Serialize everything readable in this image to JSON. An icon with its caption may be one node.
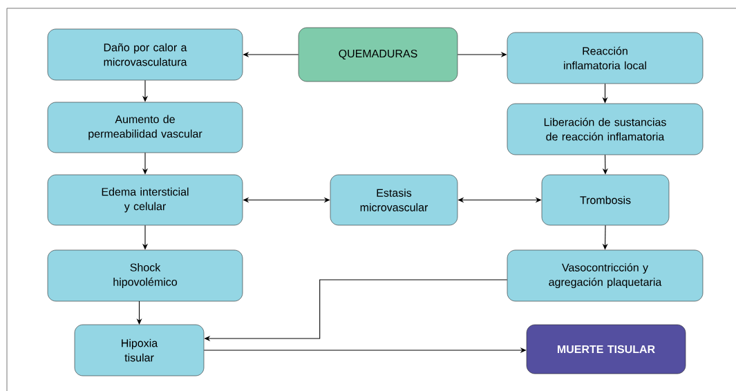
{
  "diagram": {
    "nodes": [
      {
        "text": [
          "QUEMADURAS"
        ]
      },
      {
        "text": [
          "Daño por calor a microvasculatura"
        ]
      },
      {
        "text": [
          "Reacción inflamatoria local"
        ]
      },
      {
        "text": [
          "Aumento de permeabilidad vascular"
        ]
      },
      {
        "text": [
          "Liberación de sustancias de reacción inflamatoria"
        ]
      },
      {
        "text": [
          "Edema intersticial y celular"
        ]
      },
      {
        "text": [
          "Estasis microvascular"
        ]
      },
      {
        "text": [
          "Trombosis"
        ]
      },
      {
        "text": [
          "Shock hipovolémico"
        ]
      },
      {
        "text": [
          "Vasocontricción y agregación plaquetaria"
        ]
      },
      {
        "text": [
          "Hipoxia tisular"
        ]
      },
      {
        "text": [
          "MUERTE TISULAR"
        ]
      }
    ],
    "edges": [
      {
        "from": 0,
        "to": 1,
        "arrow": "to"
      },
      {
        "from": 0,
        "to": 2,
        "arrow": "to"
      },
      {
        "from": 1,
        "to": 3,
        "arrow": "to"
      },
      {
        "from": 2,
        "to": 4,
        "arrow": "to"
      },
      {
        "from": 3,
        "to": 5,
        "arrow": "to"
      },
      {
        "from": 4,
        "to": 7,
        "arrow": "to"
      },
      {
        "from": 5,
        "to": 6,
        "arrow": "both"
      },
      {
        "from": 6,
        "to": 7,
        "arrow": "both"
      },
      {
        "from": 5,
        "to": 8,
        "arrow": "to"
      },
      {
        "from": 7,
        "to": 9,
        "arrow": "to"
      },
      {
        "from": 8,
        "to": 10,
        "arrow": "to"
      },
      {
        "from": 9,
        "to": 10,
        "arrow": "to"
      },
      {
        "from": 10,
        "to": 11,
        "arrow": "to"
      }
    ]
  }
}
